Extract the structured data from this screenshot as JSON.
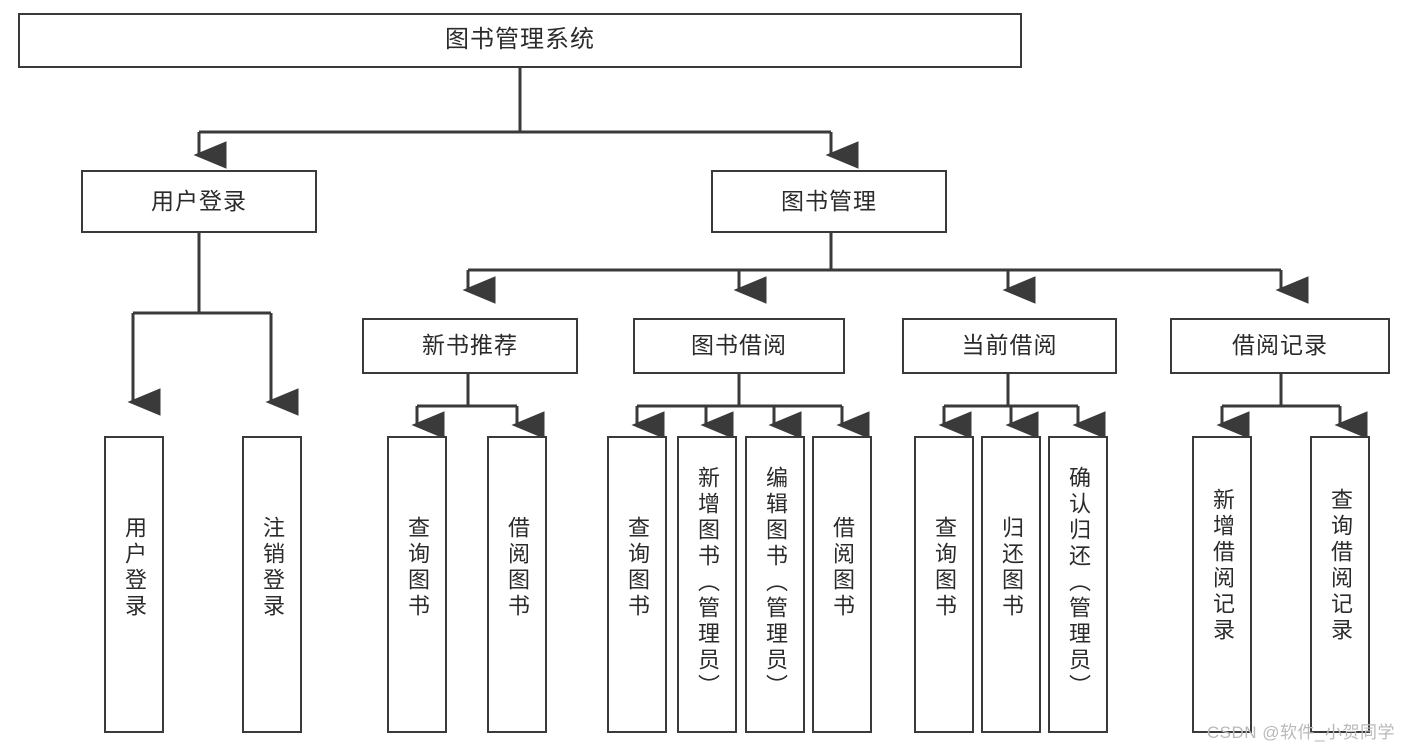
{
  "diagram": {
    "title": "图书管理系统",
    "type": "tree-hierarchy-chart",
    "watermark": "CSDN @软件_小贺同学",
    "colors": {
      "box_border": "#3a3a3a",
      "box_fill": "#ffffff",
      "connector": "#3a3a3a",
      "text": "#2b2b2b",
      "watermark": "#b9b9b9"
    }
  },
  "nodes": {
    "root": {
      "label": "图书管理系统"
    },
    "level2": {
      "user_login": {
        "label": "用户登录"
      },
      "book_manage": {
        "label": "图书管理"
      }
    },
    "level3": {
      "new_book_rec": {
        "label": "新书推荐"
      },
      "book_borrow": {
        "label": "图书借阅"
      },
      "current_borrow": {
        "label": "当前借阅"
      },
      "borrow_record": {
        "label": "借阅记录"
      }
    },
    "leaves": {
      "user_login": [
        {
          "label": "用户登录"
        },
        {
          "label": "注销登录"
        }
      ],
      "new_book_rec": [
        {
          "label": "查询图书"
        },
        {
          "label": "借阅图书"
        }
      ],
      "book_borrow": [
        {
          "label": "查询图书"
        },
        {
          "label": "新增图书（管理员）"
        },
        {
          "label": "编辑图书（管理员）"
        },
        {
          "label": "借阅图书"
        }
      ],
      "current_borrow": [
        {
          "label": "查询图书"
        },
        {
          "label": "归还图书"
        },
        {
          "label": "确认归还（管理员）"
        }
      ],
      "borrow_record": [
        {
          "label": "新增借阅记录"
        },
        {
          "label": "查询借阅记录"
        }
      ]
    }
  }
}
